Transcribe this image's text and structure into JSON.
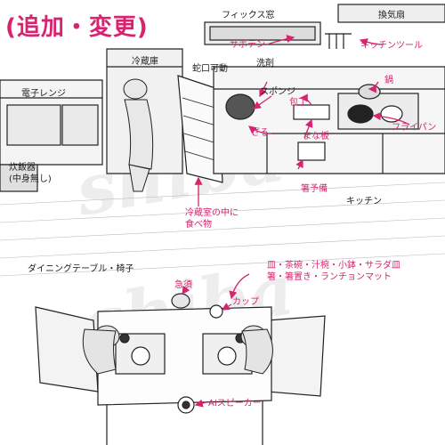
{
  "title": "(追加・変更)",
  "watermark": "shiba",
  "colors": {
    "accent": "#d6246e",
    "line": "#222222"
  },
  "labels": {
    "fix_window": "フィックス窓",
    "vent_fan": "換気扇",
    "fridge": "冷蔵庫",
    "cactus": "サボテン",
    "kitchen_tools": "キッチンツール",
    "faucet": "蛇口可動",
    "detergent": "洗剤",
    "sponge": "スポンジ",
    "pot": "鍋",
    "microwave": "電子レンジ",
    "knife": "包丁",
    "frying_pan": "フライパン",
    "colander": "ざる",
    "cutting_board": "まな板",
    "chopsticks_spare": "箸予備",
    "rice_cooker_line1": "炊飯器",
    "rice_cooker_line2": "(中身無し)",
    "kitchen": "キッチン",
    "fridge_food_line1": "冷蔵室の中に",
    "fridge_food_line2": "食べ物",
    "dining": "ダイニングテーブル・椅子",
    "tableware_line1": "皿・茶碗・汁椀・小鉢・サラダ皿",
    "tableware_line2": "箸・箸置き・ランチョンマット",
    "kyusu": "急須",
    "cup": "カップ",
    "ai_speaker": "AIスピーカー"
  }
}
